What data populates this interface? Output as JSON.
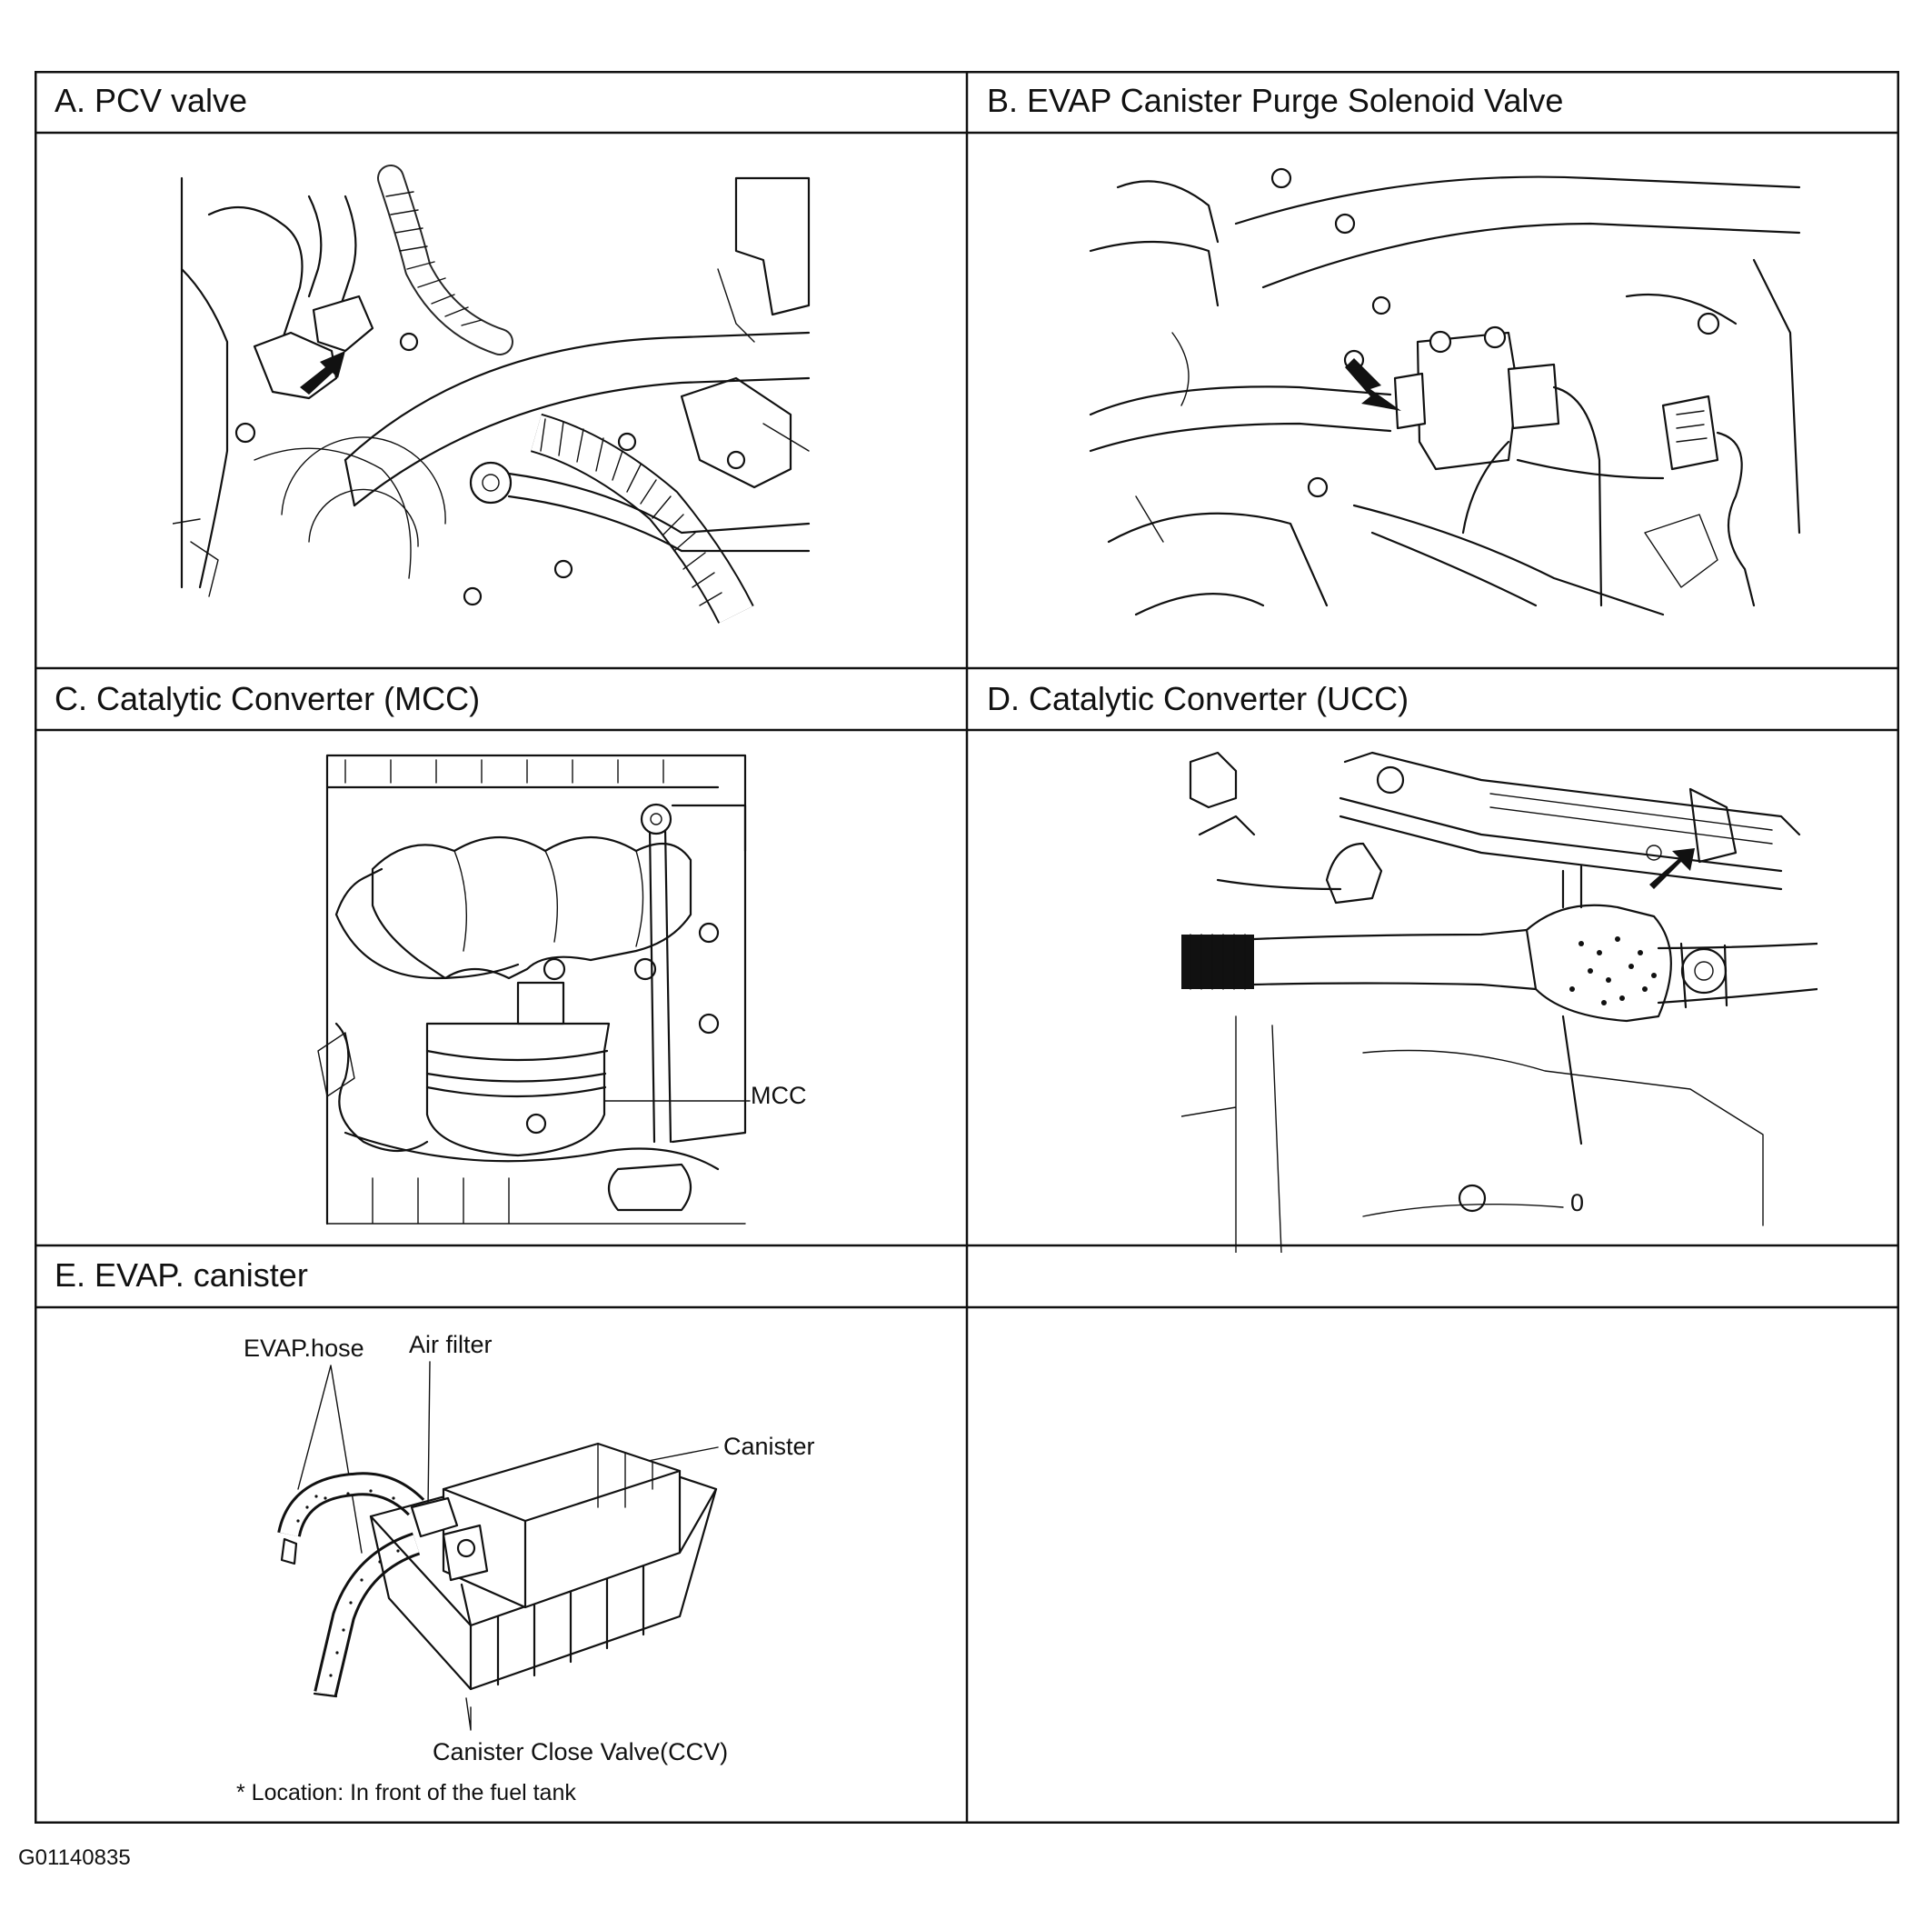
{
  "panels": {
    "a": {
      "title": "A. PCV  valve"
    },
    "b": {
      "title": "B. EVAP Canister Purge Solenoid Valve"
    },
    "c": {
      "title": "C. Catalytic Converter (MCC)",
      "callout": "MCC"
    },
    "d": {
      "title": "D. Catalytic Converter (UCC)",
      "part_mark": "0"
    },
    "e": {
      "title": "E. EVAP. canister",
      "callouts": {
        "evap_hose": "EVAP.hose",
        "air_filter": "Air filter",
        "canister": "Canister",
        "ccv": "Canister Close Valve(CCV)"
      },
      "note": "* Location: In front of the fuel tank"
    },
    "f": {
      "title": ""
    }
  },
  "figure_id": "G01140835",
  "colors": {
    "ink": "#111111",
    "paper": "#ffffff"
  }
}
